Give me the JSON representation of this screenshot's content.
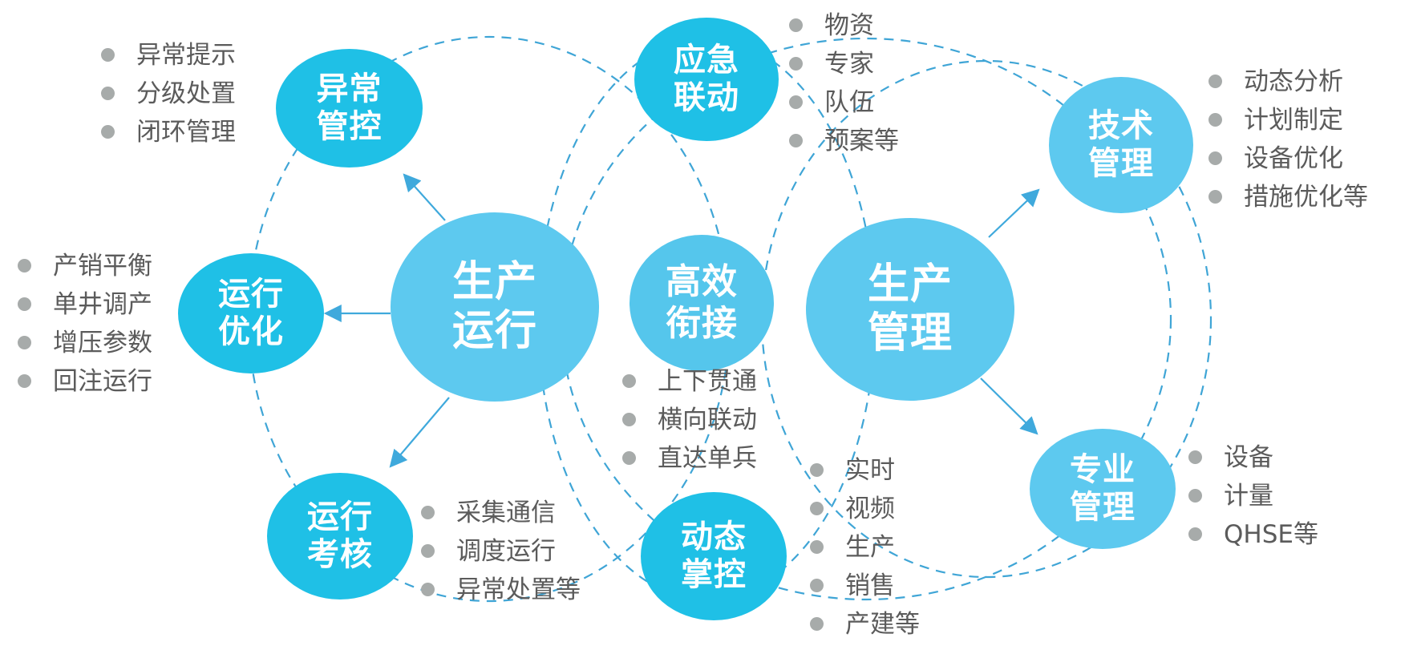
{
  "nodes": {
    "abnormal_control": [
      "异常",
      "管控"
    ],
    "emergency_linkage": [
      "应急",
      "联动"
    ],
    "tech_mgmt": [
      "技术",
      "管理"
    ],
    "operation_optimize": [
      "运行",
      "优化"
    ],
    "production_operation": [
      "生产",
      "运行"
    ],
    "efficient_connection": [
      "高效",
      "衔接"
    ],
    "production_mgmt": [
      "生产",
      "管理"
    ],
    "operation_assessment": [
      "运行",
      "考核"
    ],
    "dynamic_control": [
      "动态",
      "掌控"
    ],
    "professional_mgmt": [
      "专业",
      "管理"
    ]
  },
  "lists": {
    "abnormal_control": [
      "异常提示",
      "分级处置",
      "闭环管理"
    ],
    "emergency_linkage": [
      "物资",
      "专家",
      "队伍",
      "预案等"
    ],
    "tech_mgmt": [
      "动态分析",
      "计划制定",
      "设备优化",
      "措施优化等"
    ],
    "operation_optimize": [
      "产销平衡",
      "单井调产",
      "增压参数",
      "回注运行"
    ],
    "efficient_connection": [
      "上下贯通",
      "横向联动",
      "直达单兵"
    ],
    "operation_assessment": [
      "采集通信",
      "调度运行",
      "异常处置等"
    ],
    "dynamic_control": [
      "实时",
      "视频",
      "生产",
      "销售",
      "产建等"
    ],
    "professional_mgmt": [
      "设备",
      "计量",
      "QHSE等"
    ]
  },
  "colors": {
    "small_node": "#1fc0e6",
    "large_node": "#5dc9ef",
    "dashed_line": "#3fa5d6",
    "arrow": "#3fa9dc",
    "bullet": "#a7abaa",
    "text": "#5b5b5b"
  }
}
